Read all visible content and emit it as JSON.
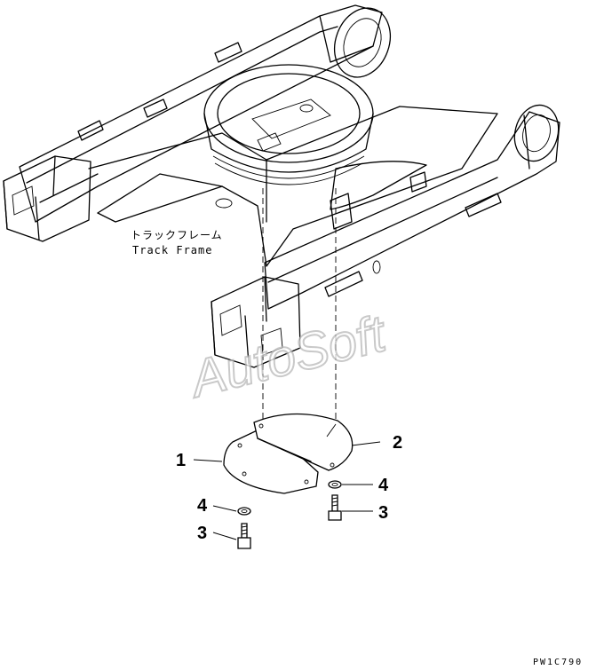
{
  "frame_label": {
    "jp": "トラックフレーム",
    "en": "Track Frame"
  },
  "callouts": {
    "plate_left": "1",
    "plate_right": "2",
    "bolt_right": "3",
    "bolt_left": "3",
    "washer_right": "4",
    "washer_left": "4"
  },
  "watermark": "AutoSoft",
  "figure_code": "PW1C790"
}
